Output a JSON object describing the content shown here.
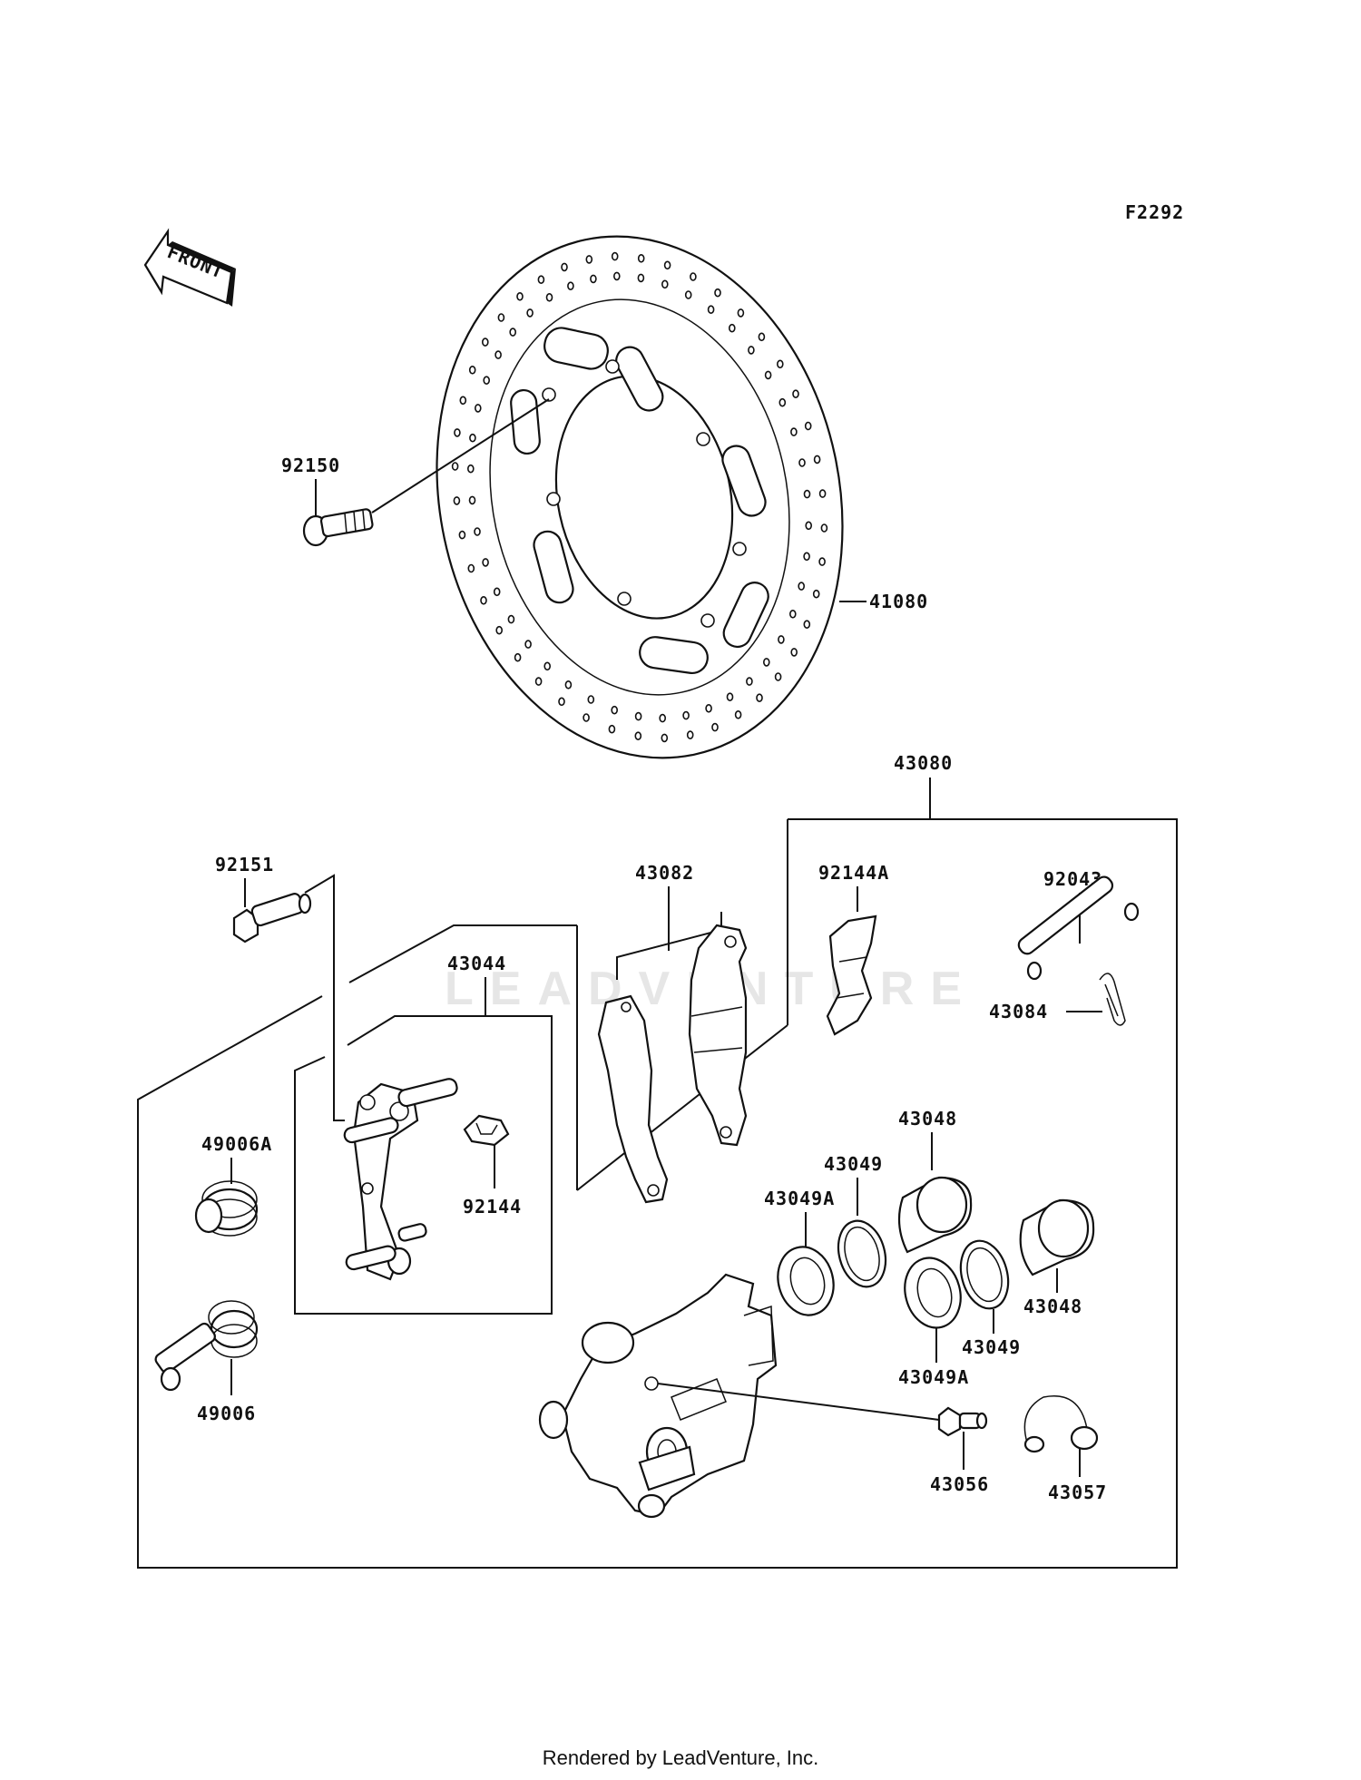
{
  "figure_code": "F2292",
  "front_arrow_label": "FRONT",
  "watermark_text": "LEADVENTURE",
  "footer_text": "Rendered by LeadVenture, Inc.",
  "parts": {
    "p92150": "92150",
    "p41080": "41080",
    "p43080": "43080",
    "p92151": "92151",
    "p43082": "43082",
    "p92144A": "92144A",
    "p92043": "92043",
    "p43044": "43044",
    "p43084": "43084",
    "p49006A": "49006A",
    "p92144": "92144",
    "p43048_top": "43048",
    "p43049_top": "43049",
    "p43049A_left": "43049A",
    "p43048_right": "43048",
    "p43049_bottom": "43049",
    "p43049A_bottom": "43049A",
    "p49006": "49006",
    "p43056": "43056",
    "p43057": "43057"
  }
}
